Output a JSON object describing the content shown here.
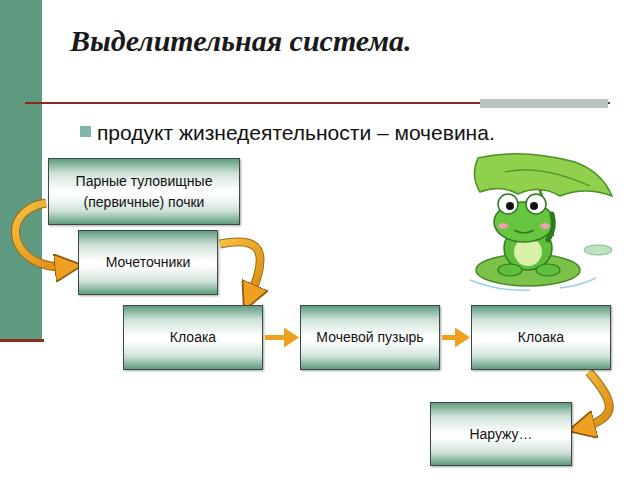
{
  "diagram": {
    "title": "Выделительная система.",
    "nodes": [
      {
        "text": [
          "Парные туловищные (первичные) почки"
        ]
      },
      {
        "text": [
          "Мочеточники"
        ]
      },
      {
        "text": [
          "Клоака"
        ]
      },
      {
        "text": [
          "Мочевой пузырь"
        ]
      },
      {
        "text": [
          "Клоака"
        ]
      },
      {
        "text": [
          "Наружу…"
        ]
      }
    ],
    "edges": [
      {
        "from": 0,
        "to": 1,
        "arrow": "to"
      },
      {
        "from": 1,
        "to": 2,
        "arrow": "to"
      },
      {
        "from": 2,
        "to": 3,
        "arrow": "to"
      },
      {
        "from": 3,
        "to": 4,
        "arrow": "to"
      },
      {
        "from": 4,
        "to": 5,
        "arrow": "to"
      }
    ],
    "labels": [
      "продукт  жизнедеятельности – мочевина."
    ]
  }
}
